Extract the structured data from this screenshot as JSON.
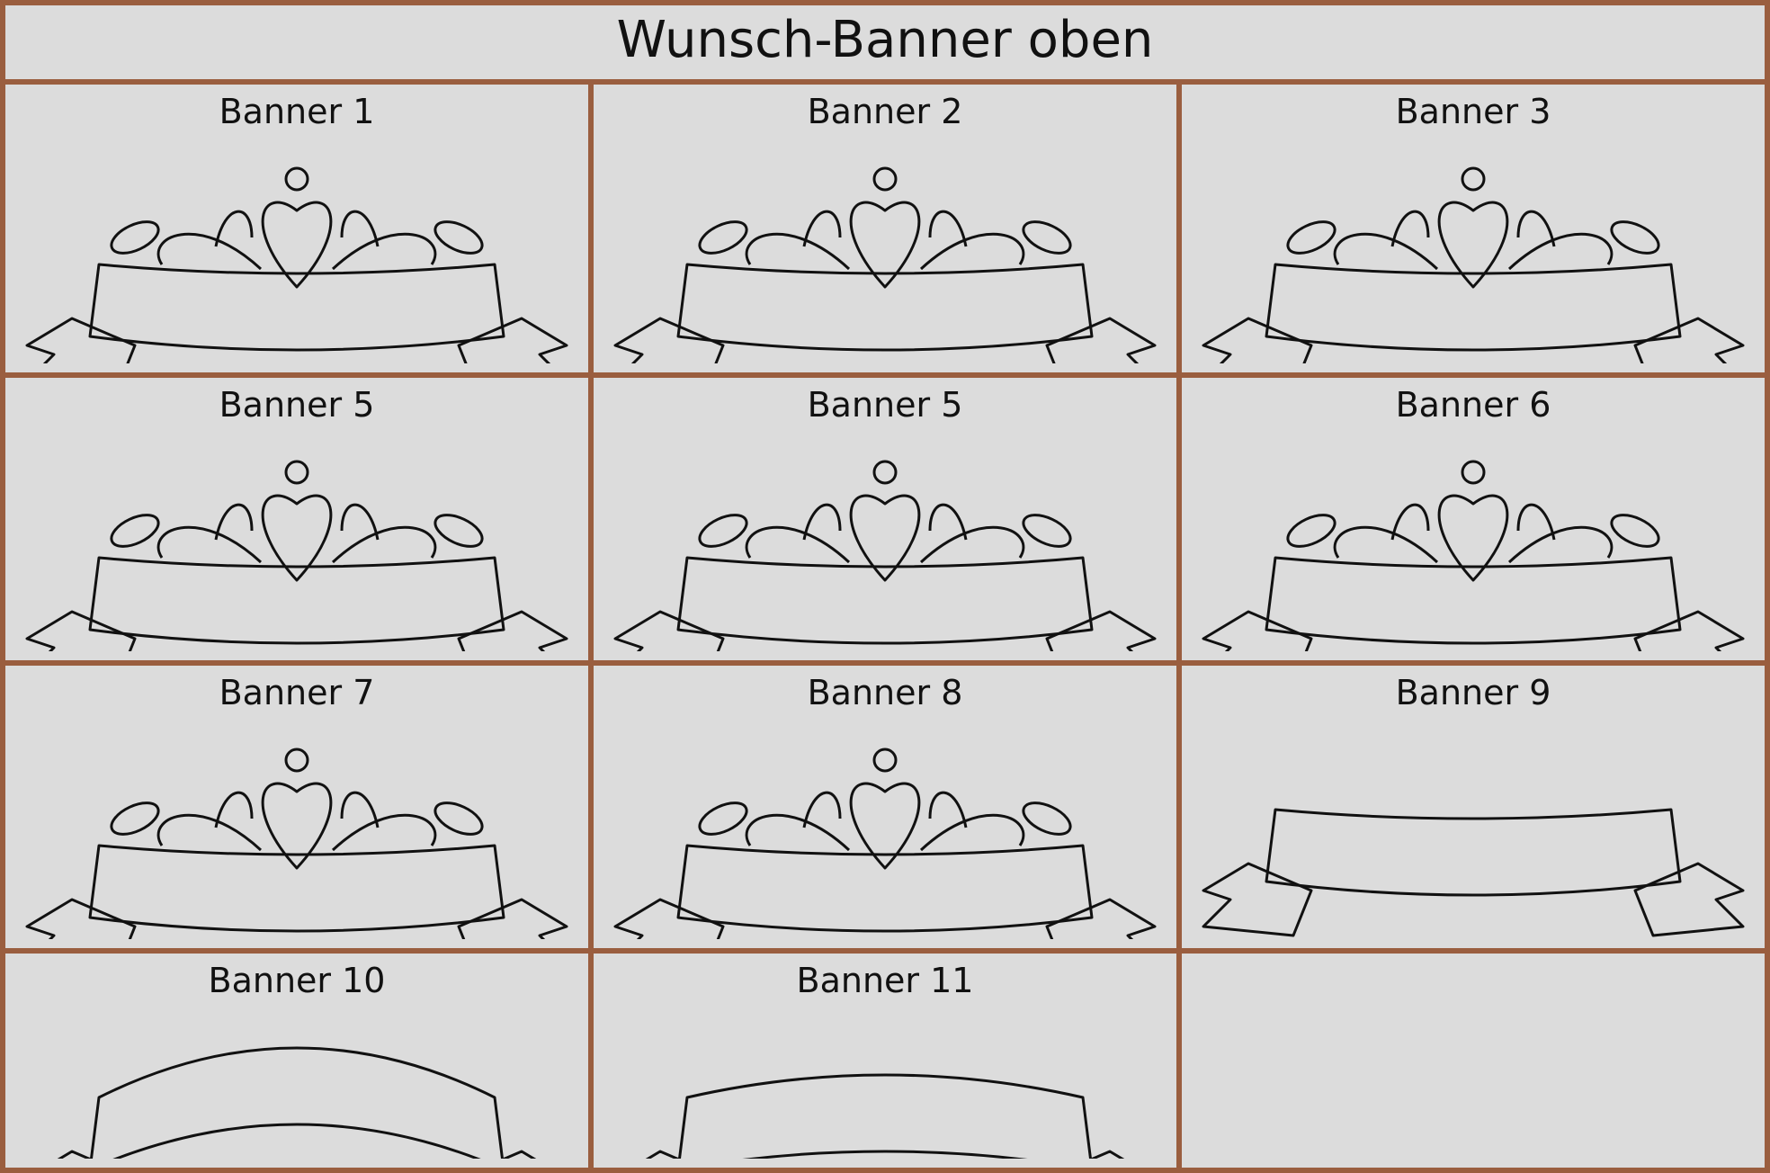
{
  "title": "Wunsch-Banner oben",
  "colors": {
    "border": "#9a5e3f",
    "background": "#dcdcdc",
    "ink": "#111111"
  },
  "banners": [
    {
      "label": "Banner 1",
      "style": "floral-butterflies"
    },
    {
      "label": "Banner  2",
      "style": "floral-heart-flower"
    },
    {
      "label": "Banner  3",
      "style": "floral-bow"
    },
    {
      "label": "Banner  5",
      "style": "heart-wings"
    },
    {
      "label": "Banner 5",
      "style": "flowers-bow"
    },
    {
      "label": "Banner 6",
      "style": "birds-flowers"
    },
    {
      "label": "Banner 7",
      "style": "crowned-birds"
    },
    {
      "label": "Banner 8",
      "style": "birds-lotus"
    },
    {
      "label": "Banner 9",
      "style": "plain"
    },
    {
      "label": "Banner 10",
      "style": "plain-arched"
    },
    {
      "label": "Banner 11",
      "style": "plain-flat"
    }
  ]
}
